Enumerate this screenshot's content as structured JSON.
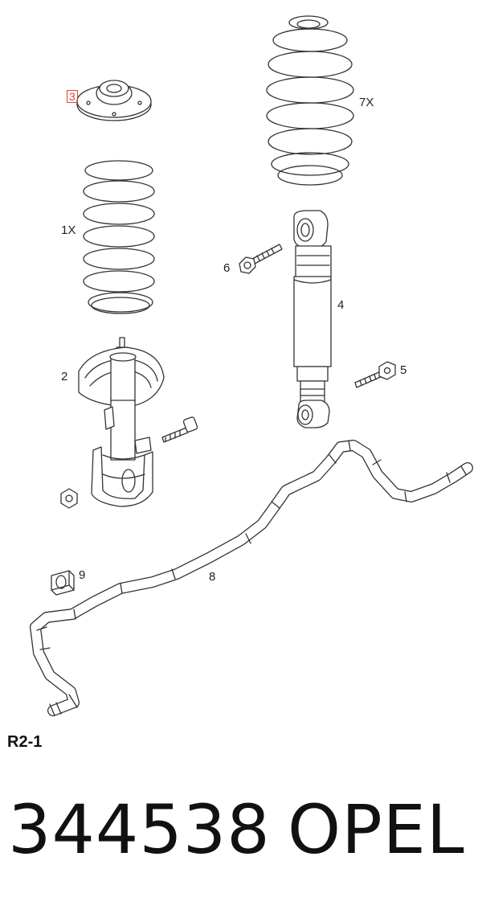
{
  "labels": {
    "top_mount": "3",
    "front_spring": "1X",
    "rear_spring": "7X",
    "front_strut": "2",
    "strut_bolt": "6",
    "rear_damper": "4",
    "damper_bolt": "5",
    "stabilizer_bar": "8",
    "bush": "9"
  },
  "diagram_code": "R2-1",
  "footer": {
    "part_number": "344538",
    "brand": "OPEL"
  },
  "colors": {
    "line": "#333333",
    "highlight": "#d9463b"
  }
}
